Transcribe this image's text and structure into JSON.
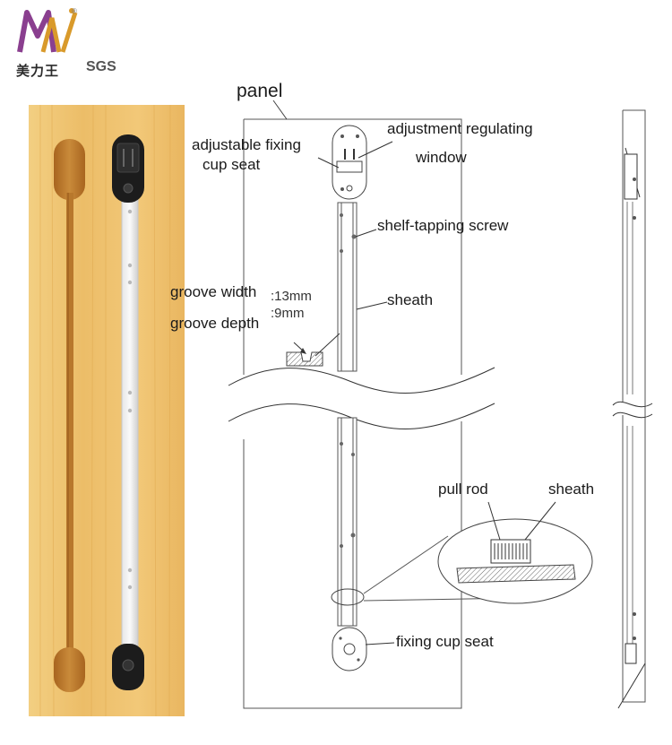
{
  "logo": {
    "brand_cn": "美力王",
    "cert": "SGS",
    "reg_mark": "®"
  },
  "labels": {
    "panel": "panel",
    "adjustable_fixing_1": "adjustable fixing",
    "adjustable_fixing_2": "cup seat",
    "adjustment_regulating": "adjustment regulating",
    "window": "window",
    "shelf_tapping_screw": "shelf-tapping screw",
    "groove_width": "groove width",
    "groove_depth": "groove depth",
    "groove_width_value": ":13mm",
    "groove_depth_value": ":9mm",
    "sheath_top": "sheath",
    "pull_rod": "pull rod",
    "sheath_bottom": "sheath",
    "fixing_cup_seat": "fixing cup seat"
  },
  "colors": {
    "wood_light": "#f1c574",
    "wood_mid": "#e8b45a",
    "groove": "#b7762a",
    "line": "#555555",
    "hardware_dark": "#1c1c1c",
    "logo_purple": "#8a3f8f",
    "logo_gold": "#d99a2b"
  },
  "icons": [
    "brand-logo-icon"
  ]
}
